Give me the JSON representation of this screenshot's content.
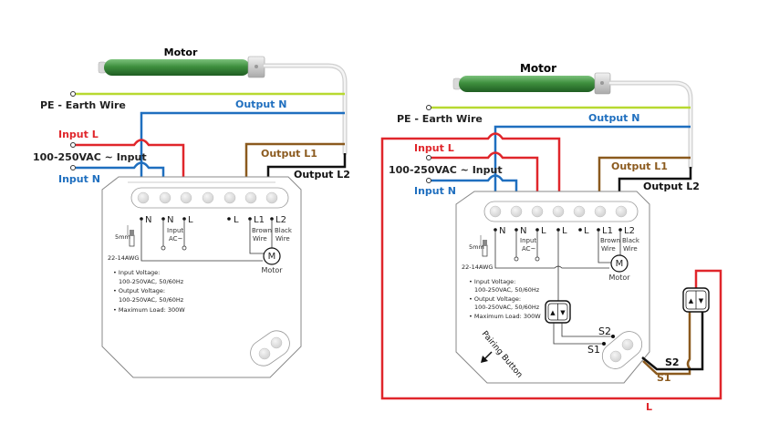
{
  "colors": {
    "live": "#e0262b",
    "neutral": "#1f6fbf",
    "earth": "#b7d930",
    "brown": "#8b5a1e",
    "black": "#111111",
    "motor_body": "#3e8f3e",
    "cable": "#dcdcdc",
    "device_outline": "#777777"
  },
  "left_diagram": {
    "motor_title": "Motor",
    "earth_label": "PE - Earth Wire",
    "output_n_label": "Output N",
    "input_l_label": "Input L",
    "input_voltage_label": "100-250VAC ~ Input",
    "input_n_label": "Input N",
    "output_l1_label": "Output L1",
    "output_l2_label": "Output L2",
    "terminals": [
      "N",
      "N",
      "L",
      "L",
      "L1",
      "L2"
    ],
    "input_ac_label": [
      "Input",
      "AC~"
    ],
    "brown_wire_label": [
      "Brown",
      "Wire"
    ],
    "black_wire_label": [
      "Black",
      "Wire"
    ],
    "motor_symbol": "M",
    "motor_label": "Motor",
    "strip_length": "5mm",
    "wire_gauge": "22-14AWG",
    "specs": [
      "Input Voltage:",
      "100-250VAC, 50/60Hz",
      "Output Voltage:",
      "100-250VAC, 50/60Hz",
      "Maximum Load: 300W"
    ]
  },
  "right_diagram": {
    "motor_title": "Motor",
    "earth_label": "PE - Earth Wire",
    "output_n_label": "Output N",
    "input_l_label": "Input L",
    "input_voltage_label": "100-250VAC ~ Input",
    "input_n_label": "Input N",
    "output_l1_label": "Output L1",
    "output_l2_label": "Output L2",
    "terminals": [
      "N",
      "N",
      "L",
      "L",
      "L",
      "L1",
      "L2"
    ],
    "input_ac_label": [
      "Input",
      "AC~"
    ],
    "brown_wire_label": [
      "Brown",
      "Wire"
    ],
    "black_wire_label": [
      "Black",
      "Wire"
    ],
    "motor_symbol": "M",
    "motor_label": "Motor",
    "strip_length": "5mm",
    "wire_gauge": "22-14AWG",
    "specs": [
      "Input Voltage:",
      "100-250VAC, 50/60Hz",
      "Output Voltage:",
      "100-250VAC, 50/60Hz",
      "Maximum Load: 300W"
    ],
    "switch_s1": "S1",
    "switch_s2": "S2",
    "ext_s1": "S1",
    "ext_s2": "S2",
    "l_label": "L",
    "pairing_button": "Pairing Button",
    "switch_up": "▲",
    "switch_down": "▼"
  }
}
